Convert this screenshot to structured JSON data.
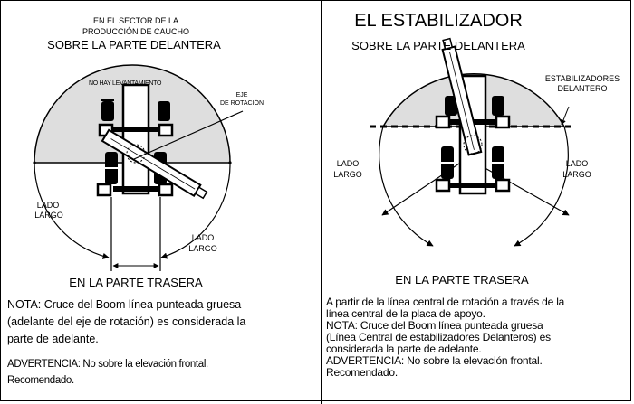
{
  "left": {
    "header_line1": "EN EL SECTOR DE LA",
    "header_line2": "PRODUCCIÓN DE CAUCHO",
    "front_label": "SOBRE LA PARTE DELANTERA",
    "no_lift_label": "NO HAY LEVANTAMIENTO",
    "axis_label_line1": "EJE",
    "axis_label_line2": "DE ROTACIÓN",
    "side_left_line1": "LADO",
    "side_left_line2": "LARGO",
    "side_right_line1": "LADO",
    "side_right_line2": "LARGO",
    "rear_label": "EN LA PARTE TRASERA",
    "note_line1": "NOTA: Cruce del Boom línea punteada gruesa",
    "note_line2": "(adelante del eje de rotación) es considerada la",
    "note_line3": "parte de adelante.",
    "warning_line1": "ADVERTENCIA: No sobre la elevación frontal.",
    "warning_line2": "Recomendado."
  },
  "right": {
    "title": "EL ESTABILIZADOR",
    "front_label": "SOBRE LA PARTE DELANTERA",
    "stabilizer_line1": "ESTABILIZADORES",
    "stabilizer_line2": "DELANTERO",
    "side_left_line1": "LADO",
    "side_left_line2": "LARGO",
    "side_right_line1": "LADO",
    "side_right_line2": "LARGO",
    "rear_label": "EN LA PARTE TRASERA",
    "note_line1": "A partir de la línea central de rotación a través de la",
    "note_line2": "línea central de la placa de apoyo.",
    "note_line3": "NOTA: Cruce del Boom línea punteada gruesa",
    "note_line4": "(Línea Central de estabilizadores Delanteros) es",
    "note_line5": "considerada la parte de adelante.",
    "note_line6": "ADVERTENCIA: No sobre la elevación frontal.",
    "note_line7": "Recomendado."
  },
  "colors": {
    "shade": "#dedede",
    "ink": "#000000",
    "paper": "#ffffff"
  }
}
